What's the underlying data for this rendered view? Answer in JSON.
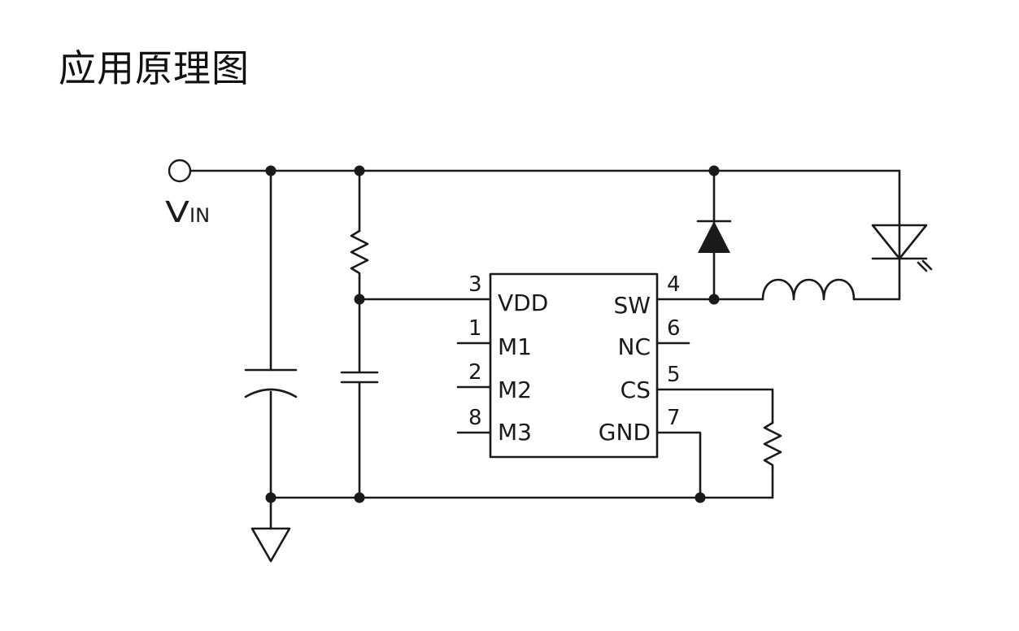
{
  "title": "应用原理图",
  "vin": {
    "main": "V",
    "sub": "IN"
  },
  "ic": {
    "left_pins": [
      {
        "num": "3",
        "label": "VDD"
      },
      {
        "num": "1",
        "label": "M1"
      },
      {
        "num": "2",
        "label": "M2"
      },
      {
        "num": "8",
        "label": "M3"
      }
    ],
    "right_pins": [
      {
        "num": "4",
        "label": "SW"
      },
      {
        "num": "6",
        "label": "NC"
      },
      {
        "num": "5",
        "label": "CS"
      },
      {
        "num": "7",
        "label": "GND"
      }
    ]
  }
}
